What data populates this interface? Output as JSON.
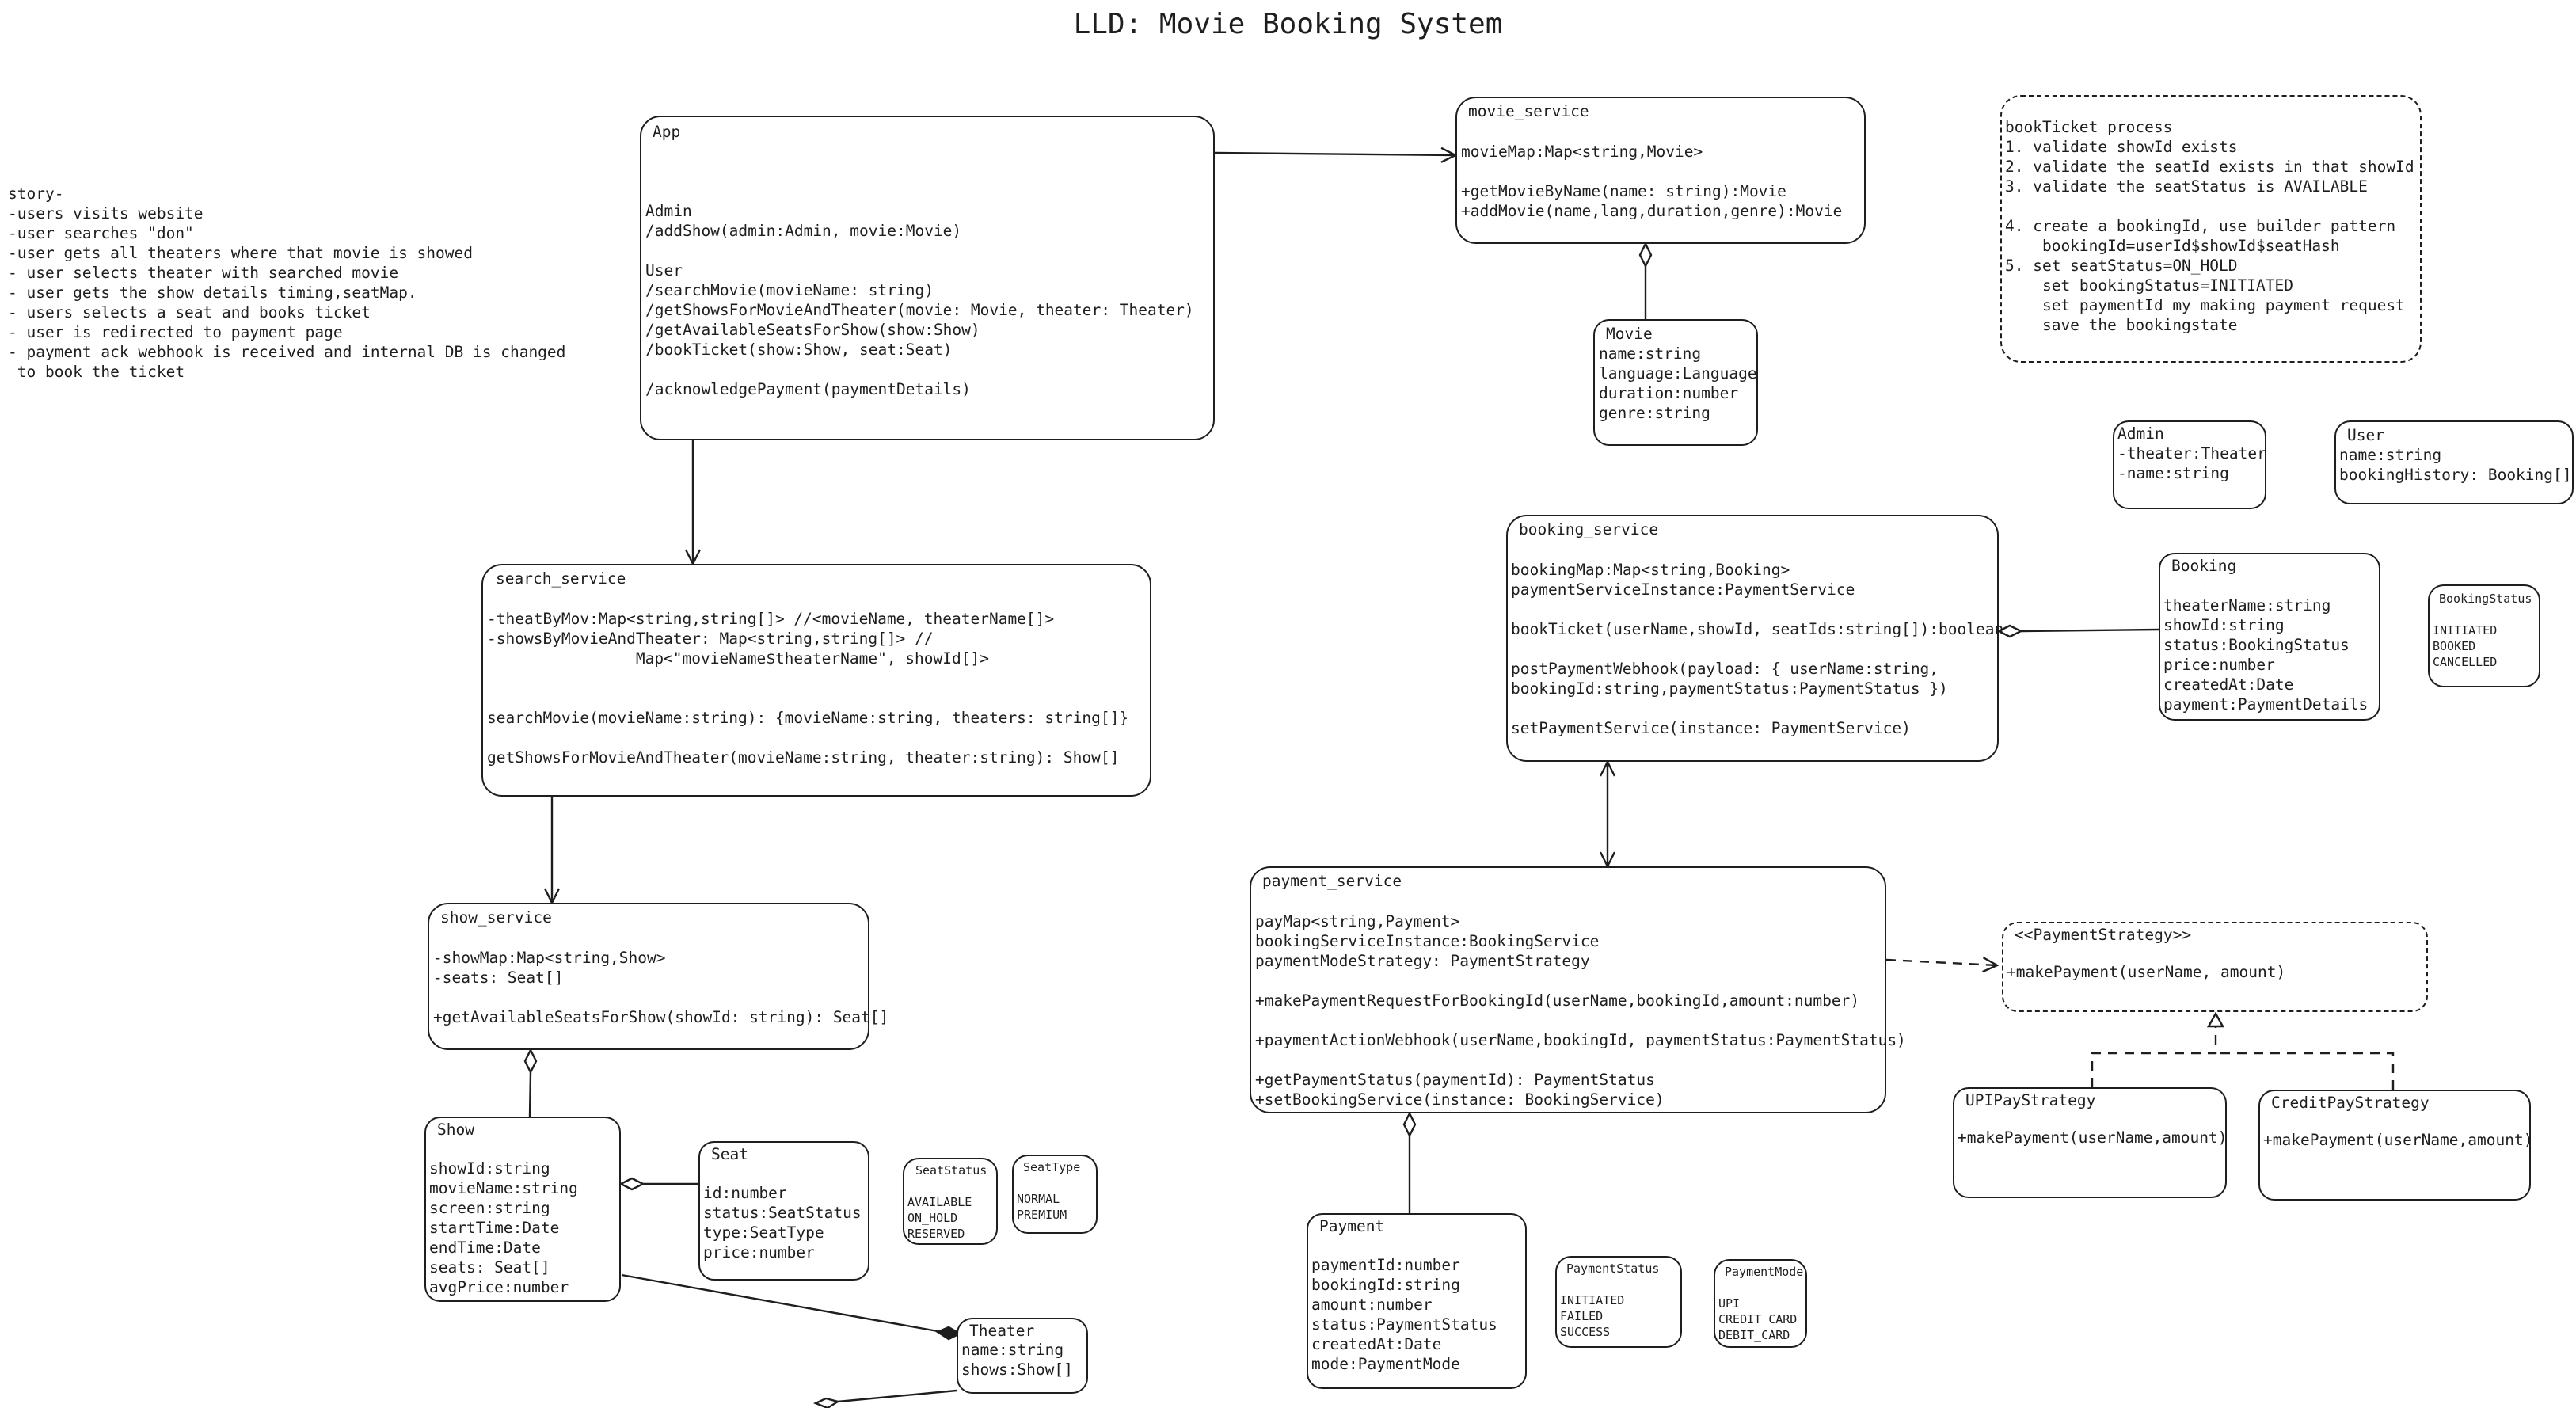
{
  "title": "LLD: Movie Booking System",
  "story": "story-\n-users visits website\n-user searches \"don\"\n-user gets all theaters where that movie is showed\n- user selects theater with searched movie\n- user gets the show details timing,seatMap.\n- users selects a seat and books ticket\n- user is redirected to payment page\n- payment ack webhook is received and internal DB is changed\n to book the ticket",
  "nodes": {
    "app": {
      "name": "App",
      "body": "\n\n\n\nAdmin\n/addShow(admin:Admin, movie:Movie)\n\nUser\n/searchMovie(movieName: string)\n/getShowsForMovieAndTheater(movie: Movie, theater: Theater)\n/getAvailableSeatsForShow(show:Show)\n/bookTicket(show:Show, seat:Seat)\n\n/acknowledgePayment(paymentDetails)"
    },
    "movie_service": {
      "name": "movie_service",
      "body": "\nmovieMap:Map<string,Movie>\n\n+getMovieByName(name: string):Movie\n+addMovie(name,lang,duration,genre):Movie"
    },
    "movie": {
      "name": "Movie",
      "body": "name:string\nlanguage:Language\nduration:number\ngenre:string"
    },
    "book_process": {
      "body": "bookTicket process\n1. validate showId exists\n2. validate the seatId exists in that showId\n3. validate the seatStatus is AVAILABLE\n\n4. create a bookingId, use builder pattern\n    bookingId=userId$showId$seatHash\n5. set seatStatus=ON_HOLD\n    set bookingStatus=INITIATED\n    set paymentId my making payment request\n    save the bookingstate"
    },
    "admin": {
      "name": "Admin",
      "body": "-theater:Theater\n-name:string"
    },
    "user": {
      "name": "User",
      "body": "name:string\nbookingHistory: Booking[]"
    },
    "search_service": {
      "name": "search_service",
      "body": "\n-theatByMov:Map<string,string[]> //<movieName, theaterName[]>\n-showsByMovieAndTheater: Map<string,string[]> //\n                Map<\"movieName$theaterName\", showId[]>\n\n\nsearchMovie(movieName:string): {movieName:string, theaters: string[]}\n\ngetShowsForMovieAndTheater(movieName:string, theater:string): Show[]"
    },
    "booking_service": {
      "name": "booking_service",
      "body": "\nbookingMap:Map<string,Booking>\npaymentServiceInstance:PaymentService\n\nbookTicket(userName,showId, seatIds:string[]):boolean\n\npostPaymentWebhook(payload: { userName:string,\nbookingId:string,paymentStatus:PaymentStatus })\n\nsetPaymentService(instance: PaymentService)"
    },
    "booking": {
      "name": "Booking",
      "body": "\ntheaterName:string\nshowId:string\nstatus:BookingStatus\nprice:number\ncreatedAt:Date\npayment:PaymentDetails"
    },
    "booking_status": {
      "name": "BookingStatus",
      "body": "\nINITIATED\nBOOKED\nCANCELLED"
    },
    "show_service": {
      "name": "show_service",
      "body": "\n-showMap:Map<string,Show>\n-seats: Seat[]\n\n+getAvailableSeatsForShow(showId: string): Seat[]"
    },
    "payment_service": {
      "name": "payment_service",
      "body": "\npayMap<string,Payment>\nbookingServiceInstance:BookingService\npaymentModeStrategy: PaymentStrategy\n\n+makePaymentRequestForBookingId(userName,bookingId,amount:number)\n\n+paymentActionWebhook(userName,bookingId, paymentStatus:PaymentStatus)\n\n+getPaymentStatus(paymentId): PaymentStatus\n+setBookingService(instance: BookingService)"
    },
    "payment_strategy": {
      "name": "<<PaymentStrategy>>",
      "body": "\n+makePayment(userName, amount)"
    },
    "upi": {
      "name": "UPIPayStrategy",
      "body": "\n+makePayment(userName,amount)"
    },
    "credit": {
      "name": "CreditPayStrategy",
      "body": "\n+makePayment(userName,amount)"
    },
    "show": {
      "name": "Show",
      "body": "\nshowId:string\nmovieName:string\nscreen:string\nstartTime:Date\nendTime:Date\nseats: Seat[]\navgPrice:number"
    },
    "seat": {
      "name": "Seat",
      "body": "\nid:number\nstatus:SeatStatus\ntype:SeatType\nprice:number"
    },
    "seat_status": {
      "name": "SeatStatus",
      "body": "\nAVAILABLE\nON_HOLD\nRESERVED"
    },
    "seat_type": {
      "name": "SeatType",
      "body": "\nNORMAL\nPREMIUM"
    },
    "theater": {
      "name": "Theater",
      "body": "name:string\nshows:Show[]"
    },
    "payment": {
      "name": "Payment",
      "body": "\npaymentId:number\nbookingId:string\namount:number\nstatus:PaymentStatus\ncreatedAt:Date\nmode:PaymentMode"
    },
    "payment_status": {
      "name": "PaymentStatus",
      "body": "\nINITIATED\nFAILED\nSUCCESS"
    },
    "payment_mode": {
      "name": "PaymentMode",
      "body": "\nUPI\nCREDIT_CARD\nDEBIT_CARD"
    }
  }
}
